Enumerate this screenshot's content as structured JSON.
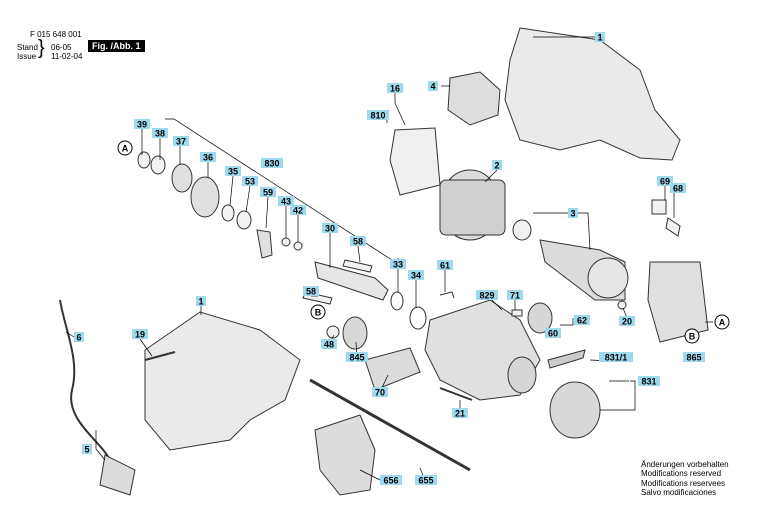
{
  "header": {
    "part_number": "F 015 648 001",
    "stand_label": "Stand",
    "stand_value": "06-05",
    "issue_label": "Issue",
    "issue_value": "11-02-04",
    "figure_label": "Fig. /Abb. 1"
  },
  "notes": [
    "Änderungen vorbehalten",
    "Modifications reserved",
    "Modifications reservees",
    "Salvo modificaciones"
  ],
  "colors": {
    "callout_fill": "#9fd9ee",
    "line": "#000000",
    "part_fill": "#f2f2f2",
    "part_stroke": "#333333"
  },
  "callouts": [
    {
      "id": "c1a",
      "text": "1"
    },
    {
      "id": "c4",
      "text": "4"
    },
    {
      "id": "c16",
      "text": "16"
    },
    {
      "id": "c810",
      "text": "810"
    },
    {
      "id": "c39",
      "text": "39"
    },
    {
      "id": "c38",
      "text": "38"
    },
    {
      "id": "c37",
      "text": "37"
    },
    {
      "id": "c36",
      "text": "36"
    },
    {
      "id": "c35",
      "text": "35"
    },
    {
      "id": "c53",
      "text": "53"
    },
    {
      "id": "c830",
      "text": "830"
    },
    {
      "id": "c59",
      "text": "59"
    },
    {
      "id": "c43",
      "text": "43"
    },
    {
      "id": "c42",
      "text": "42"
    },
    {
      "id": "c30",
      "text": "30"
    },
    {
      "id": "c58a",
      "text": "58"
    },
    {
      "id": "c33",
      "text": "33"
    },
    {
      "id": "c34",
      "text": "34"
    },
    {
      "id": "c58b",
      "text": "58"
    },
    {
      "id": "c2",
      "text": "2"
    },
    {
      "id": "c3",
      "text": "3"
    },
    {
      "id": "c69",
      "text": "69"
    },
    {
      "id": "c68",
      "text": "68"
    },
    {
      "id": "c61",
      "text": "61"
    },
    {
      "id": "c829",
      "text": "829"
    },
    {
      "id": "c71",
      "text": "71"
    },
    {
      "id": "c62",
      "text": "62"
    },
    {
      "id": "c60",
      "text": "60"
    },
    {
      "id": "c20",
      "text": "20"
    },
    {
      "id": "c865",
      "text": "865"
    },
    {
      "id": "c1b",
      "text": "1"
    },
    {
      "id": "c19",
      "text": "19"
    },
    {
      "id": "c6",
      "text": "6"
    },
    {
      "id": "c48",
      "text": "48"
    },
    {
      "id": "c845",
      "text": "845"
    },
    {
      "id": "c70",
      "text": "70"
    },
    {
      "id": "c8311",
      "text": "831/1"
    },
    {
      "id": "c831",
      "text": "831"
    },
    {
      "id": "c21",
      "text": "21"
    },
    {
      "id": "c5",
      "text": "5"
    },
    {
      "id": "c656",
      "text": "656"
    },
    {
      "id": "c655",
      "text": "655"
    }
  ],
  "ref_markers": [
    {
      "id": "rA1",
      "text": "A"
    },
    {
      "id": "rB1",
      "text": "B"
    },
    {
      "id": "rA2",
      "text": "A"
    },
    {
      "id": "rB2",
      "text": "B"
    }
  ]
}
